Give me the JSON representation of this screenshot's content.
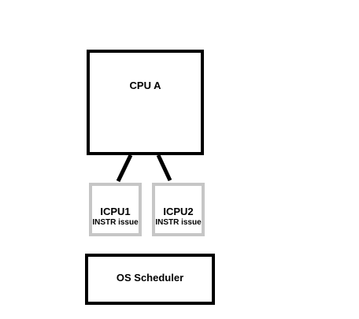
{
  "diagram": {
    "cpu_a": {
      "label": "CPU A"
    },
    "icpu1": {
      "name": "ICPU1",
      "subtitle": "INSTR issue"
    },
    "icpu2": {
      "name": "ICPU2",
      "subtitle": "INSTR issue"
    },
    "os_scheduler": {
      "label": "OS Scheduler"
    }
  },
  "colors": {
    "primary_border": "#000000",
    "icpu_border": "#c6c6c6",
    "background": "#ffffff"
  }
}
